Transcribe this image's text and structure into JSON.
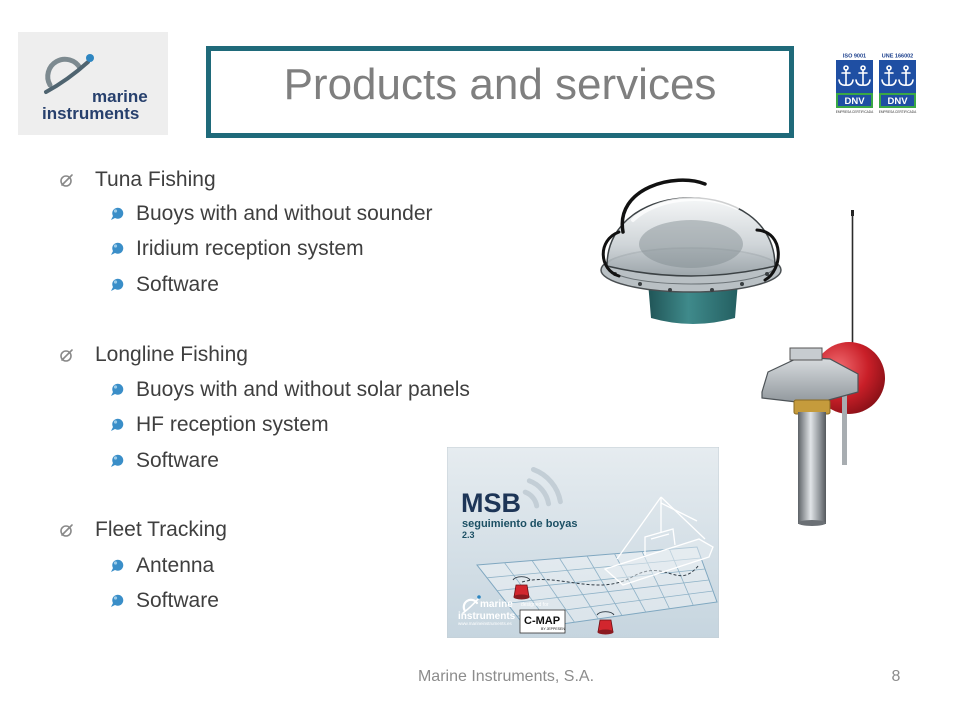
{
  "slide": {
    "title": "Products and services",
    "footer": "Marine Instruments, S.A.",
    "page_number": "8"
  },
  "logo": {
    "line1": "marine",
    "line2": "instruments",
    "icon": "swirl-logo-icon"
  },
  "certifications": [
    {
      "standard": "ISO 9001",
      "mark": "DNV",
      "caption": "EMPRESA CERTIFICADA"
    },
    {
      "standard": "UNE 166002",
      "mark": "DNV",
      "caption": "EMPRESA CERTIFICADA"
    }
  ],
  "sections": [
    {
      "heading": "Tuna Fishing",
      "items": [
        "Buoys with and without sounder",
        "Iridium reception system",
        "Software"
      ]
    },
    {
      "heading": "Longline Fishing",
      "items": [
        "Buoys with and without solar panels",
        "HF reception system",
        "Software"
      ]
    },
    {
      "heading": "Fleet Tracking",
      "items": [
        "Antenna",
        "Software"
      ]
    }
  ],
  "software_box": {
    "product": "MSB",
    "subtitle": "seguimiento de boyas",
    "version": "2.3",
    "brand_line1": "marine",
    "brand_line2": "instruments",
    "website": "www.marineinstruments.es",
    "designed_for": "designed for",
    "partner": "C-MAP",
    "partner_sub": "BY JEPPESEN"
  },
  "icons": {
    "level1_bullet": "swirl-bullet-icon",
    "level2_bullet": "blue-balloon-bullet-icon",
    "products": [
      "dome-buoy-image",
      "antenna-buoy-image",
      "msb-software-box-image"
    ]
  },
  "colors": {
    "title_border": "#1f6a7a",
    "title_text": "#7f7f7f",
    "body_text": "#3f3f3f",
    "bullet_blue": "#3a8ec8",
    "brand_navy": "#27406d",
    "footer_text": "#8c8c8c"
  }
}
